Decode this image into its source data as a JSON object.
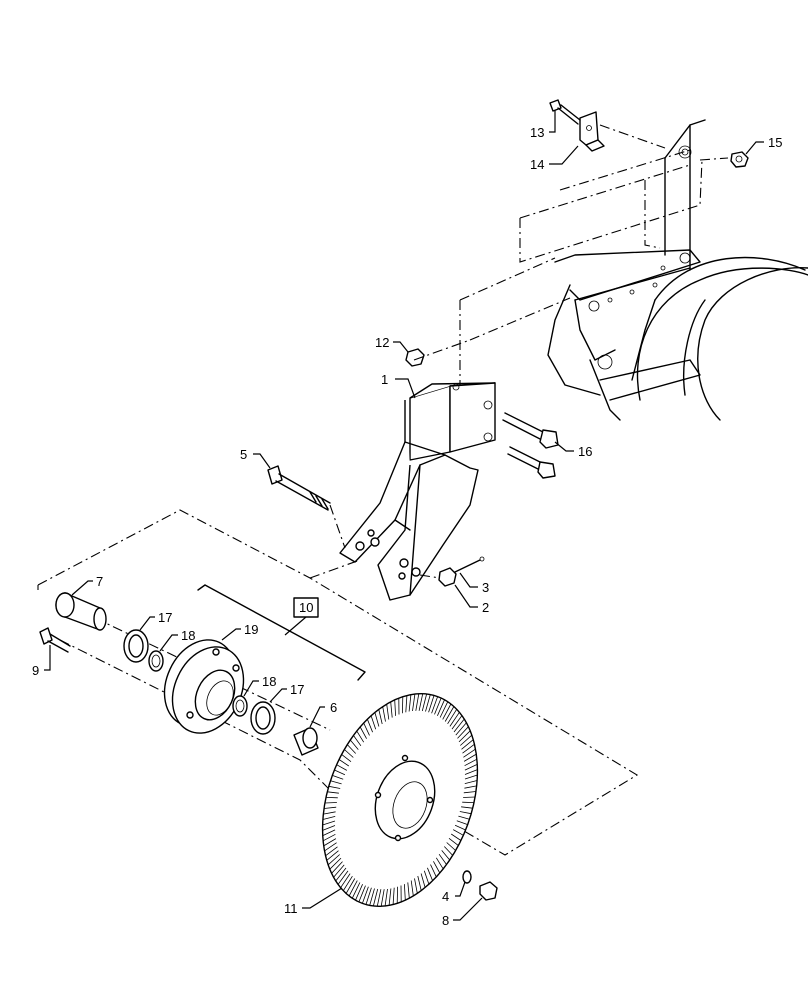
{
  "callouts": [
    {
      "id": "1",
      "text": "1"
    },
    {
      "id": "2",
      "text": "2"
    },
    {
      "id": "3",
      "text": "3"
    },
    {
      "id": "4",
      "text": "4"
    },
    {
      "id": "5",
      "text": "5"
    },
    {
      "id": "6",
      "text": "6"
    },
    {
      "id": "7",
      "text": "7"
    },
    {
      "id": "8",
      "text": "8"
    },
    {
      "id": "9",
      "text": "9"
    },
    {
      "id": "10",
      "text": "10",
      "boxed": true
    },
    {
      "id": "11",
      "text": "11"
    },
    {
      "id": "12",
      "text": "12"
    },
    {
      "id": "13",
      "text": "13"
    },
    {
      "id": "14",
      "text": "14"
    },
    {
      "id": "15",
      "text": "15"
    },
    {
      "id": "16",
      "text": "16"
    },
    {
      "id": "17a",
      "text": "17"
    },
    {
      "id": "17b",
      "text": "17"
    },
    {
      "id": "18a",
      "text": "18"
    },
    {
      "id": "18b",
      "text": "18"
    },
    {
      "id": "19",
      "text": "19"
    }
  ],
  "colors": {
    "line": "#000000",
    "background": "#ffffff"
  }
}
